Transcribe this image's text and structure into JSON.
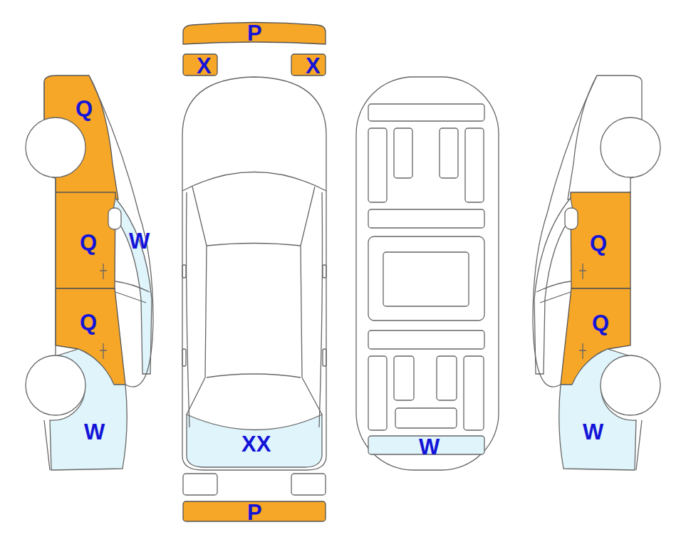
{
  "diagram": {
    "labels": [
      "P",
      "X",
      "X",
      "Q",
      "W",
      "Q",
      "Q",
      "W",
      "XX",
      "W",
      "Q",
      "Q",
      "W",
      "P"
    ]
  }
}
